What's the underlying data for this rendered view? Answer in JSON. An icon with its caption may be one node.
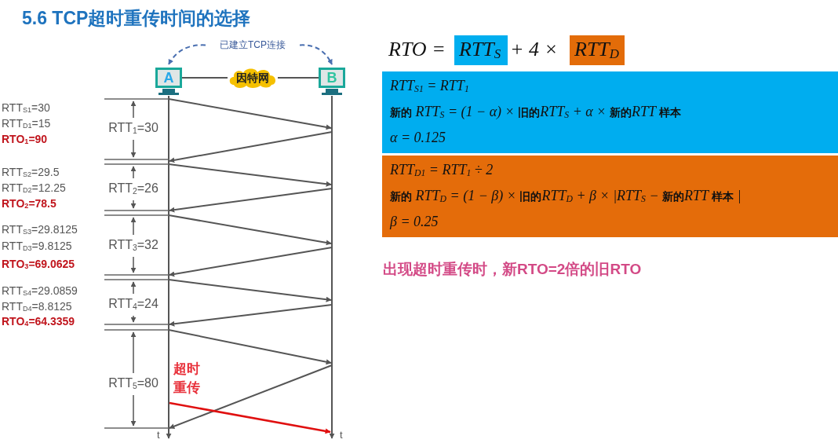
{
  "diagram": {
    "title": "5.6 TCP超时重传时间的选择",
    "nodes": [
      {
        "text": [
          "已建立TCP连接"
        ]
      },
      {
        "text": [
          "A"
        ]
      },
      {
        "text": [
          "因特网"
        ]
      },
      {
        "text": [
          "B"
        ]
      },
      {
        "text": [
          "RTT$_{S}$"
        ]
      },
      {
        "text": [
          "RTT$_{D}$"
        ]
      },
      {
        "text": [
          "RTT$_{S1}$ = RTT$_{1}$",
          "**新的** RTT$_{S}$ = (1 − α) × **旧的**RTT$_{S}$ + α × **新的**RTT **样本**",
          "α = 0.125"
        ]
      },
      {
        "text": [
          "RTT$_{D1}$ = RTT$_{1}$ ÷ 2",
          "**新的** RTT$_{D}$ = (1 − β) × **旧的**RTT$_{D}$ + β × |RTT$_{S}$ − **新的**RTT **样本** |",
          "β = 0.25"
        ]
      }
    ],
    "edges": [
      {
        "from": 0,
        "to": 1,
        "arrow": "to",
        "style": "dashed",
        "color": "#4a6fb0"
      },
      {
        "from": 0,
        "to": 3,
        "arrow": "to",
        "style": "dashed",
        "color": "#4a6fb0"
      },
      {
        "from": 1,
        "to": 2,
        "arrow": "none",
        "color": "#555555"
      },
      {
        "from": 2,
        "to": 3,
        "arrow": "none",
        "color": "#555555"
      }
    ],
    "labels": [
      "RTT$_{S1}$=30",
      "RTT$_{D1}$=15",
      "RTO$_{1}$=90",
      "RTT$_{1}$=30",
      "RTT$_{S2}$=29.5",
      "RTT$_{D2}$=12.25",
      "RTO$_{2}$=78.5",
      "RTT$_{2}$=26",
      "RTT$_{S3}$=29.8125",
      "RTT$_{D3}$=9.8125",
      "RTO$_{3}$=69.0625",
      "RTT$_{3}$=32",
      "RTT$_{S4}$=29.0859",
      "RTT$_{D4}$=8.8125",
      "RTO$_{4}$=64.3359",
      "RTT$_{4}$=24",
      "RTT$_{5}$=80",
      "超时重传",
      "t",
      "t",
      "RTO =",
      "+ 4 ×",
      "出现超时重传时，新RTO=2倍的旧RTO"
    ]
  }
}
